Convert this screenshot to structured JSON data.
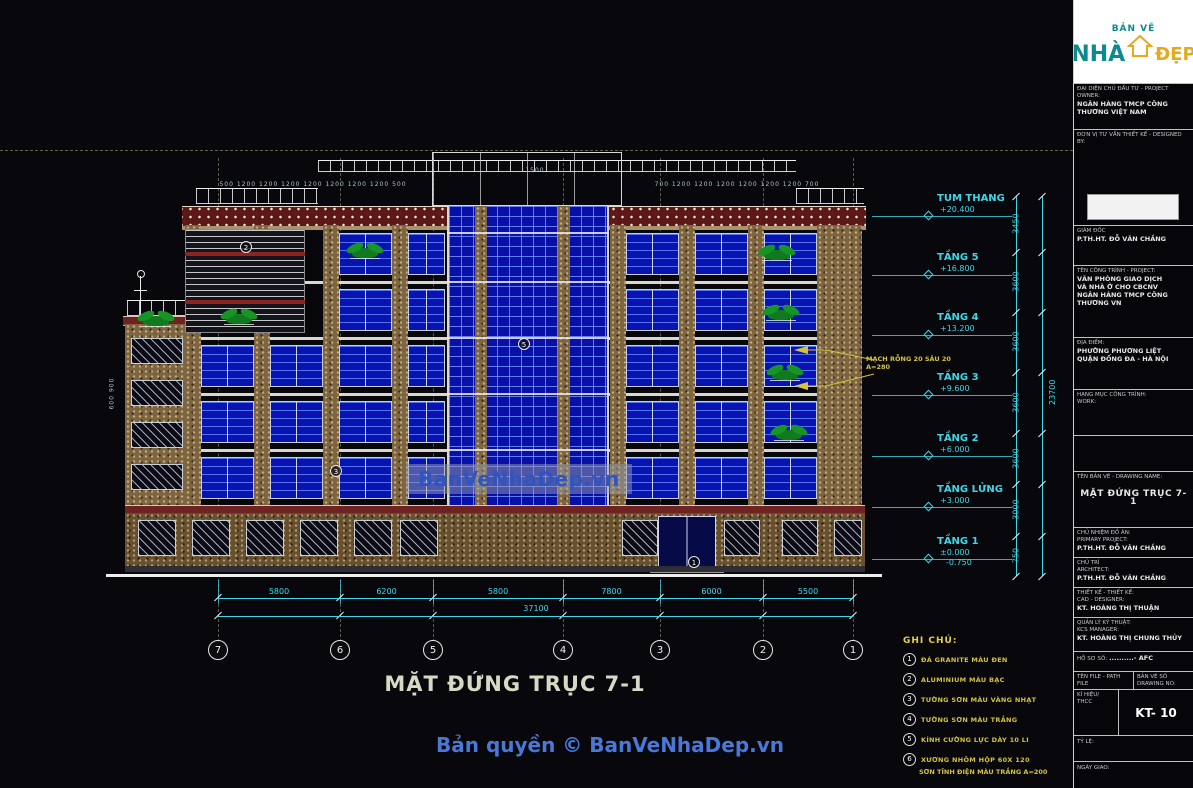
{
  "branding": {
    "logo_top": "BẢN VẼ",
    "logo_main": "NHÀ",
    "logo_accent": "ĐẸP",
    "watermark": "BanVeNhaDep.vn",
    "copyright": "Bản quyền © BanVeNhaDep.vn"
  },
  "drawing": {
    "title": "MẶT ĐỨNG TRỤC 7-1",
    "levels": [
      {
        "name": "TUM THANG",
        "elev": "+20.400"
      },
      {
        "name": "TẦNG 5",
        "elev": "+16.800"
      },
      {
        "name": "TẦNG 4",
        "elev": "+13.200"
      },
      {
        "name": "TẦNG 3",
        "elev": "+9.600"
      },
      {
        "name": "TẦNG 2",
        "elev": "+6.000"
      },
      {
        "name": "TẦNG LỬNG",
        "elev": "+3.000"
      },
      {
        "name": "TẦNG 1",
        "elev": "±0.000"
      }
    ],
    "foundation_elev": "-0.750",
    "grid_bubbles": [
      "7",
      "6",
      "5",
      "4",
      "3",
      "2",
      "1"
    ],
    "bottom_dims": [
      "5800",
      "6200",
      "5800",
      "7800",
      "6000",
      "5500"
    ],
    "bottom_total": "37100",
    "right_dims": [
      "3450",
      "3600",
      "3600",
      "3600",
      "3600",
      "3000",
      "750"
    ],
    "right_total": "23700",
    "top_dims_left": "500 1200 1200 1200 1200 1200 1200 1200 500",
    "top_dims_right": "700 1200 1200 1200 1200 1200 1200 700",
    "top_dim_center": "1500",
    "left_dims": "600 900",
    "annotation_line1": "MẠCH RỖNG 20 SÂU 20",
    "annotation_line2": "A=280",
    "callouts": [
      "2",
      "5",
      "3",
      "1"
    ],
    "legend": {
      "title": "GHI CHÚ:",
      "items": [
        {
          "num": "1",
          "text": "ĐÁ GRANITE MÀU ĐEN"
        },
        {
          "num": "2",
          "text": "ALUMINIUM MÀU BẠC"
        },
        {
          "num": "3",
          "text": "TƯỜNG SƠN MÀU VÀNG NHẠT"
        },
        {
          "num": "4",
          "text": "TƯỜNG SƠN MÀU TRẮNG"
        },
        {
          "num": "5",
          "text": "KÍNH CƯỜNG LỰC DÀY 10 LI"
        },
        {
          "num": "6",
          "text": "XƯƠNG NHÔM HỘP 60X 120"
        }
      ],
      "item6_line2": "SƠN TĨNH ĐIỆN MÀU TRẮNG A=200"
    }
  },
  "titleblock": {
    "owner_label": "ĐẠI DIỆN CHỦ ĐẦU TƯ - PROJECT OWNER:",
    "owner_value": "NGÂN HÀNG TMCP CÔNG THƯƠNG VIỆT NAM",
    "designed_label": "ĐƠN VỊ TƯ VẤN THIẾT KẾ - DESIGNED BY:",
    "director_label": "GIÁM ĐỐC",
    "director_value": "P.TH.HT. ĐỖ VĂN CHẮNG",
    "project_label": "TÊN CÔNG TRÌNH - PROJECT:",
    "project_line1": "VĂN PHÒNG GIAO DỊCH",
    "project_line2": "VÀ NHÀ Ở CHO CBCNV",
    "project_line3": "NGÂN HÀNG TMCP CÔNG THƯƠNG VN",
    "location_label": "ĐỊA ĐIỂM:",
    "location_line1": "PHƯỜNG PHƯƠNG LIỆT",
    "location_line2": "QUẬN ĐỐNG ĐA - HÀ NỘI",
    "work_label": "HẠNG MỤC CÔNG TRÌNH:",
    "work_label_en": "WORK:",
    "name_label": "TÊN BẢN VẼ - DRAWING NAME:",
    "name_value": "MẶT ĐỨNG TRỤC 7-1",
    "pm_label": "CHỦ NHIỆM ĐỒ ÁN:",
    "pm_label_en": "PRIMARY PROJECT:",
    "pm_value": "P.TH.HT. ĐỖ VĂN CHẮNG",
    "arch_label": "CHỦ TRÌ",
    "arch_label_en": "ARCHITECT:",
    "arch_value": "P.TH.HT. ĐỖ VĂN CHẮNG",
    "design_label": "THIẾT KẾ - THIẾT KẾ:",
    "design_label_en": "CAD - DESIGNER:",
    "design_value": "KT. HOÀNG THỊ THUẬN",
    "qa_label": "QUẢN LÝ KỸ THUẬT:",
    "qa_label_en": "KCS MANAGER:",
    "qa_value": "KT. HOÀNG THỊ CHUNG THỦY",
    "hoso_label": "HỒ SƠ SỐ:",
    "hoso_value": "..........- AFC",
    "file_label": "TÊN FILE - PATH FILE",
    "no_label": "BẢN VẼ SỐ DRAWING NO:",
    "symbol_label": "KÍ HIỆU/ THCC",
    "no_value": "KT- 10",
    "scale_label": "TỶ LỆ:",
    "date_label": "NGÀY GIAO:"
  }
}
